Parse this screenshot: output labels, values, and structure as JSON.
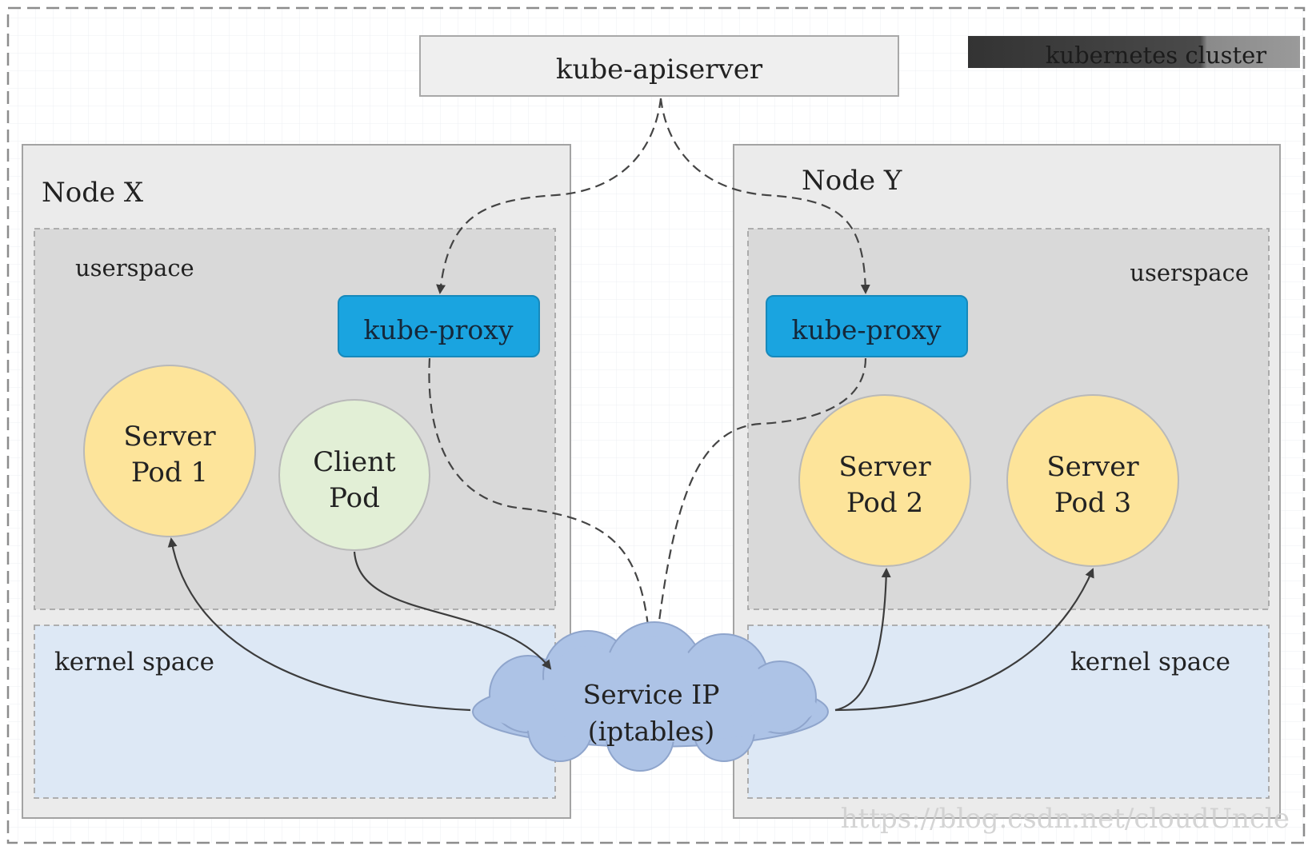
{
  "cluster": {
    "label": "kubernetes cluster"
  },
  "apiserver": {
    "label": "kube-apiserver"
  },
  "node_x": {
    "title": "Node X",
    "userspace_label": "userspace",
    "kernel_label": "kernel space",
    "proxy_label": "kube-proxy",
    "server_pod": {
      "line1": "Server",
      "line2": "Pod 1"
    },
    "client_pod": {
      "line1": "Client",
      "line2": "Pod"
    }
  },
  "node_y": {
    "title": "Node Y",
    "userspace_label": "userspace",
    "kernel_label": "kernel space",
    "proxy_label": "kube-proxy",
    "server_pod_2": {
      "line1": "Server",
      "line2": "Pod 2"
    },
    "server_pod_3": {
      "line1": "Server",
      "line2": "Pod 3"
    }
  },
  "service": {
    "line1": "Service IP",
    "line2": "(iptables)"
  },
  "watermark": "https://blog.csdn.net/cloudUncle",
  "colors": {
    "node_bg": "#ebebeb",
    "userspace_bg": "#d9d9d9",
    "kernel_bg": "#dde8f5",
    "proxy": "#1aa4e0",
    "server_pod": "#fde49a",
    "client_pod": "#e2efd6",
    "cloud": "#adc3e6",
    "label_bar": "#3d3d3d"
  }
}
